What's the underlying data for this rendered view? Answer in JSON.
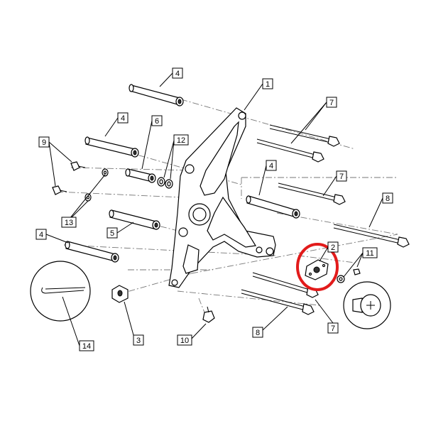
{
  "callouts": [
    {
      "id": "c1",
      "label": "1"
    },
    {
      "id": "c2",
      "label": "2"
    },
    {
      "id": "c3",
      "label": "3"
    },
    {
      "id": "c4a",
      "label": "4"
    },
    {
      "id": "c4b",
      "label": "4"
    },
    {
      "id": "c4c",
      "label": "4"
    },
    {
      "id": "c4d",
      "label": "4"
    },
    {
      "id": "c5",
      "label": "5"
    },
    {
      "id": "c6",
      "label": "6"
    },
    {
      "id": "c7a",
      "label": "7"
    },
    {
      "id": "c7b",
      "label": "7"
    },
    {
      "id": "c7c",
      "label": "7"
    },
    {
      "id": "c8a",
      "label": "8"
    },
    {
      "id": "c8b",
      "label": "8"
    },
    {
      "id": "c9",
      "label": "9"
    },
    {
      "id": "c10",
      "label": "10"
    },
    {
      "id": "c11",
      "label": "11"
    },
    {
      "id": "c12",
      "label": "12"
    },
    {
      "id": "c13",
      "label": "13"
    },
    {
      "id": "c14",
      "label": "14"
    }
  ],
  "colors": {
    "line": "#000000",
    "dash": "#777777",
    "highlight": "#e21b1b",
    "background": "#ffffff"
  },
  "highlight": {
    "target_label": "2",
    "shape": "ellipse"
  },
  "icons": [
    "bracket-plate",
    "pin",
    "bolt",
    "nut",
    "washer",
    "spacer",
    "cotter-pin",
    "screw"
  ]
}
